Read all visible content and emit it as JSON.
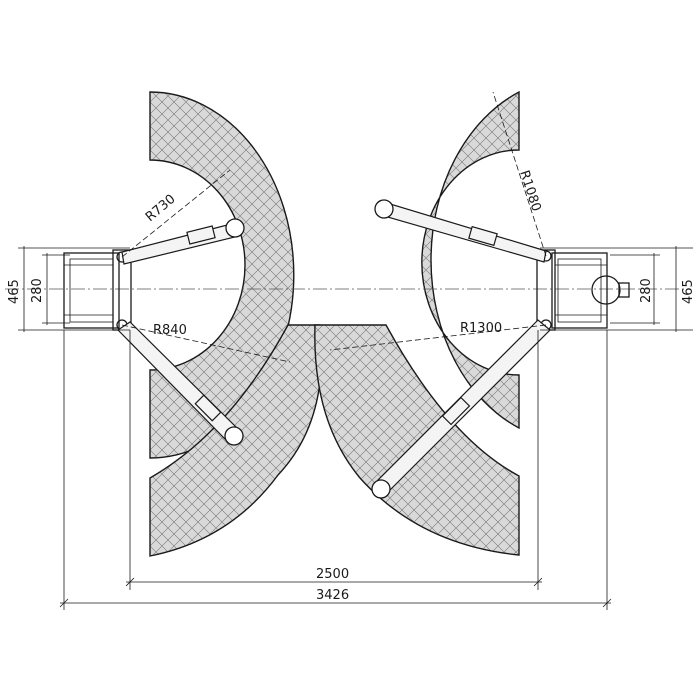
{
  "dimensions": {
    "overall_width": "3426",
    "inner_width": "2500",
    "left_outer_height": "465",
    "left_inner_height": "280",
    "right_inner_height": "280",
    "right_outer_height": "465"
  },
  "radii": {
    "r730": "R730",
    "r840": "R840",
    "r1080": "R1080",
    "r1300": "R1300"
  }
}
